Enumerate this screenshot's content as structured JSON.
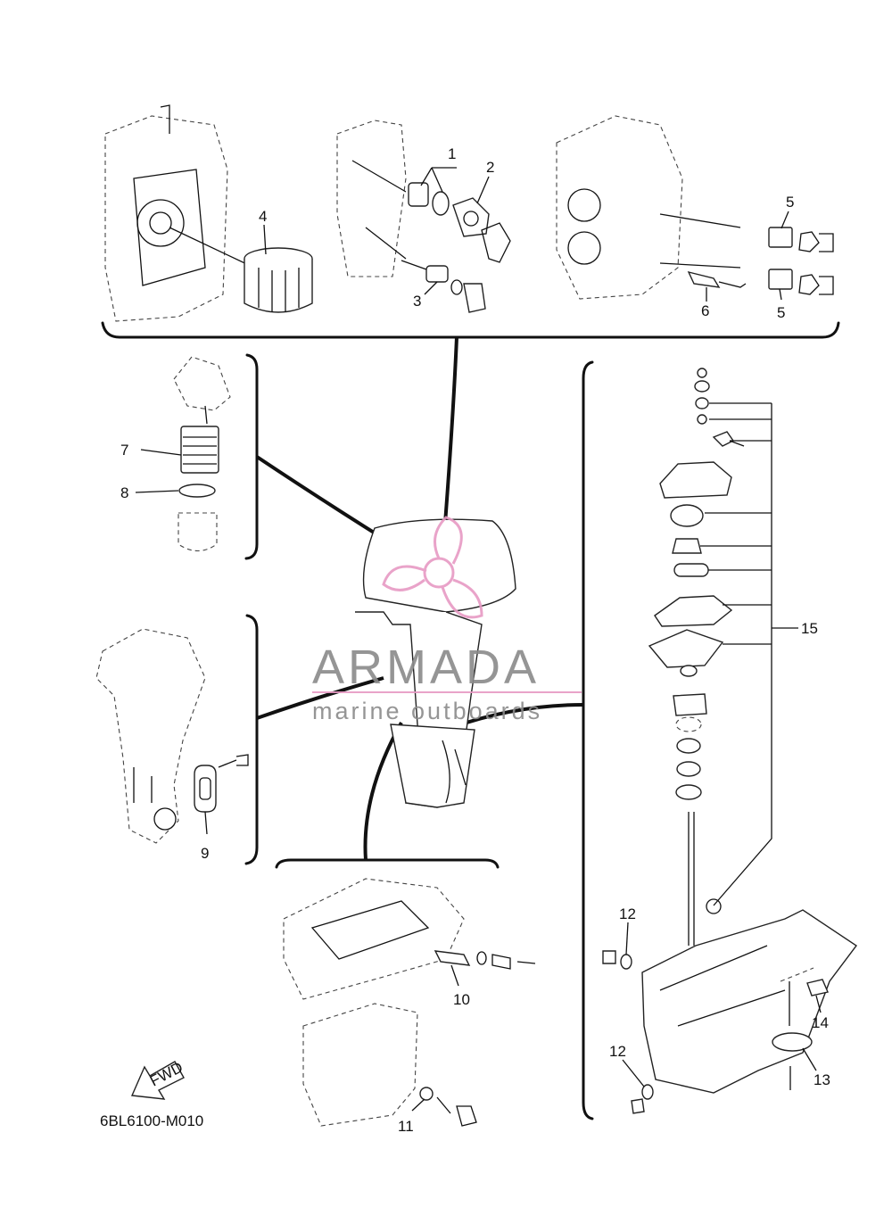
{
  "callouts": {
    "c1": "1",
    "c2": "2",
    "c3": "3",
    "c4": "4",
    "c5a": "5",
    "c5b": "5",
    "c6": "6",
    "c7": "7",
    "c8": "8",
    "c9": "9",
    "c10": "10",
    "c11": "11",
    "c12a": "12",
    "c12b": "12",
    "c13": "13",
    "c14": "14",
    "c15": "15"
  },
  "diagram_code": "6BL6100-M010",
  "fwd_label": "FWD",
  "watermark": {
    "brand": "ARMADA",
    "tagline": "marine outboards"
  },
  "colors": {
    "line": "#111111",
    "watermark_gray": "#8a8a8a",
    "watermark_pink": "#e79ac4"
  }
}
